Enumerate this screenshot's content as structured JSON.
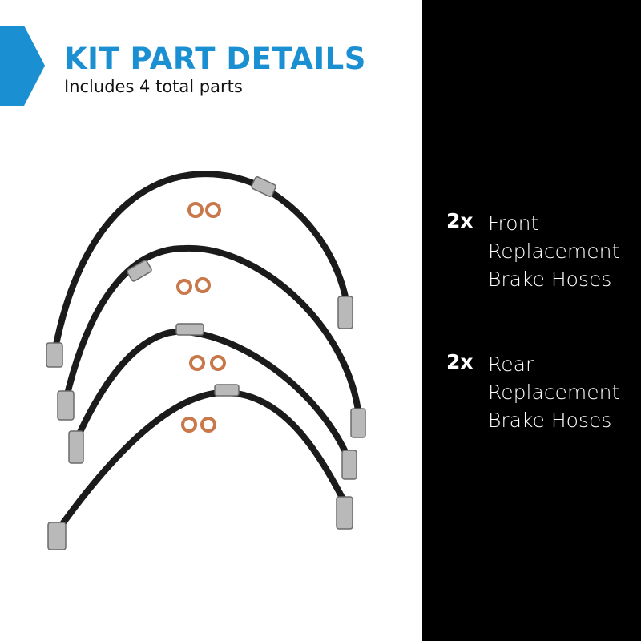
{
  "header": {
    "title": "KIT PART DETAILS",
    "subtitle": "Includes 4 total parts",
    "accent_color": "#1a8fd1"
  },
  "image": {
    "icon": "brake-hoses-photo"
  },
  "items": [
    {
      "qty": "2x",
      "lines": [
        "Front",
        "Replacement",
        "Brake Hoses"
      ]
    },
    {
      "qty": "2x",
      "lines": [
        "Rear",
        "Replacement",
        "Brake Hoses"
      ]
    }
  ]
}
